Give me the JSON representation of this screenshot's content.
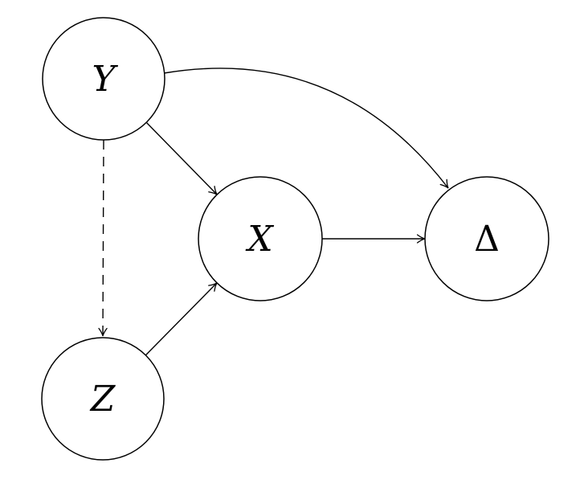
{
  "diagram": {
    "kind": "directed-graph",
    "background_color": "#ffffff",
    "line_color": "#000000",
    "nodes": [
      {
        "id": "Y",
        "label": "Y",
        "shape": "circle",
        "position": "top-left"
      },
      {
        "id": "Z",
        "label": "Z",
        "shape": "circle",
        "position": "bottom-left"
      },
      {
        "id": "X",
        "label": "X",
        "shape": "circle",
        "position": "center"
      },
      {
        "id": "Delta",
        "label": "Δ",
        "shape": "circle",
        "position": "right"
      }
    ],
    "edges": [
      {
        "from": "Y",
        "to": "X",
        "style": "solid",
        "arrow": "curved-barb"
      },
      {
        "from": "Y",
        "to": "Delta",
        "style": "solid",
        "arrow": "curved-barb",
        "curved": true
      },
      {
        "from": "Y",
        "to": "Z",
        "style": "dashed",
        "arrow": "curved-barb"
      },
      {
        "from": "Z",
        "to": "X",
        "style": "solid",
        "arrow": "curved-barb"
      },
      {
        "from": "X",
        "to": "Delta",
        "style": "solid",
        "arrow": "curved-barb"
      }
    ]
  }
}
